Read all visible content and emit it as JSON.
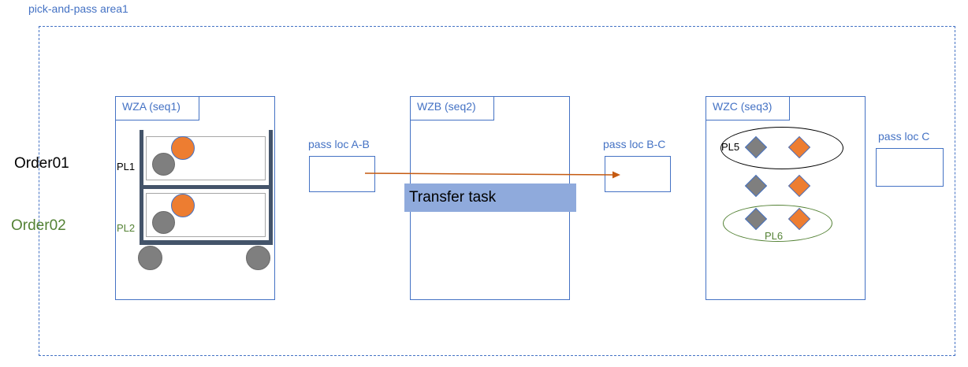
{
  "area": {
    "label": "pick-and-pass area1"
  },
  "orders": [
    {
      "label": "Order01",
      "color": "#000000"
    },
    {
      "label": "Order02",
      "color": "#548235"
    }
  ],
  "zones": [
    {
      "id": "wza",
      "label": "WZA (seq1)"
    },
    {
      "id": "wzb",
      "label": "WZB (seq2)"
    },
    {
      "id": "wzc",
      "label": "WZC (seq3)"
    }
  ],
  "pass_locations": [
    {
      "label": "pass loc A-B"
    },
    {
      "label": "pass loc B-C"
    },
    {
      "label": "pass loc C"
    }
  ],
  "pick_lists": {
    "pl1": {
      "label": "PL1",
      "color": "#000000"
    },
    "pl2": {
      "label": "PL2",
      "color": "#548235"
    },
    "pl5": {
      "label": "PL5",
      "color": "#000000"
    },
    "pl6": {
      "label": "PL6",
      "color": "#548235"
    }
  },
  "transfer_task": {
    "label": "Transfer task"
  },
  "colors": {
    "zone_border": "#4472c4",
    "transfer_arrow": "#c55a11",
    "task_bar": "#8faadc",
    "item_orange": "#ed7d31",
    "item_gray": "#7f7f7f",
    "cart_frame": "#44546a"
  }
}
